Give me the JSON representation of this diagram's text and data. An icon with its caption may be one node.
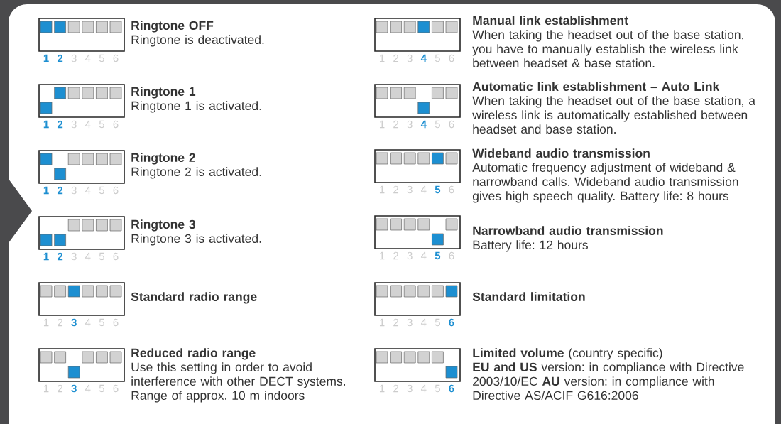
{
  "diagram": {
    "labels": [
      "Ringtone OFF",
      "Ringtone is deactivated.",
      "1",
      "2",
      "3",
      "4",
      "5",
      "6",
      "Ringtone 1",
      "Ringtone 1 is activated.",
      "1",
      "2",
      "3",
      "4",
      "5",
      "6",
      "Ringtone 2",
      "Ringtone 2 is activated.",
      "1",
      "2",
      "3",
      "4",
      "5",
      "6",
      "Ringtone 3",
      "Ringtone 3 is activated.",
      "1",
      "2",
      "3",
      "4",
      "5",
      "6",
      "Standard radio range",
      "1",
      "2",
      "3",
      "4",
      "5",
      "6",
      "Reduced radio range",
      "Use this setting in order to avoid interference with other DECT systems. Range of approx. 10 m indoors",
      "1",
      "2",
      "3",
      "4",
      "5",
      "6",
      "Manual link establishment",
      "When taking the headset out of the base station, you have to manually establish the wireless link between headset & base station.",
      "1",
      "2",
      "3",
      "4",
      "5",
      "6",
      "Automatic link establishment – Auto Link",
      "When taking the headset out of the base station, a wireless link is automatically established between headset and base station.",
      "1",
      "2",
      "3",
      "4",
      "5",
      "6",
      "Wideband audio transmission",
      "Automatic frequency adjustment of wideband & narrowband calls. Wideband audio transmission gives high speech quality. Battery life: 8 hours",
      "1",
      "2",
      "3",
      "4",
      "5",
      "6",
      "Narrowband audio transmission",
      "Battery life: 12 hours",
      "1",
      "2",
      "3",
      "4",
      "5",
      "6",
      "Standard limitation",
      "1",
      "2",
      "3",
      "4",
      "5",
      "6",
      "**Limited volume** (country specific)",
      "**EU and US** version: in compliance with Directive 2003/10/EC **AU** version: in compliance with Directive AS/ACIF G616:2006",
      "1",
      "2",
      "3",
      "4",
      "5",
      "6"
    ]
  }
}
